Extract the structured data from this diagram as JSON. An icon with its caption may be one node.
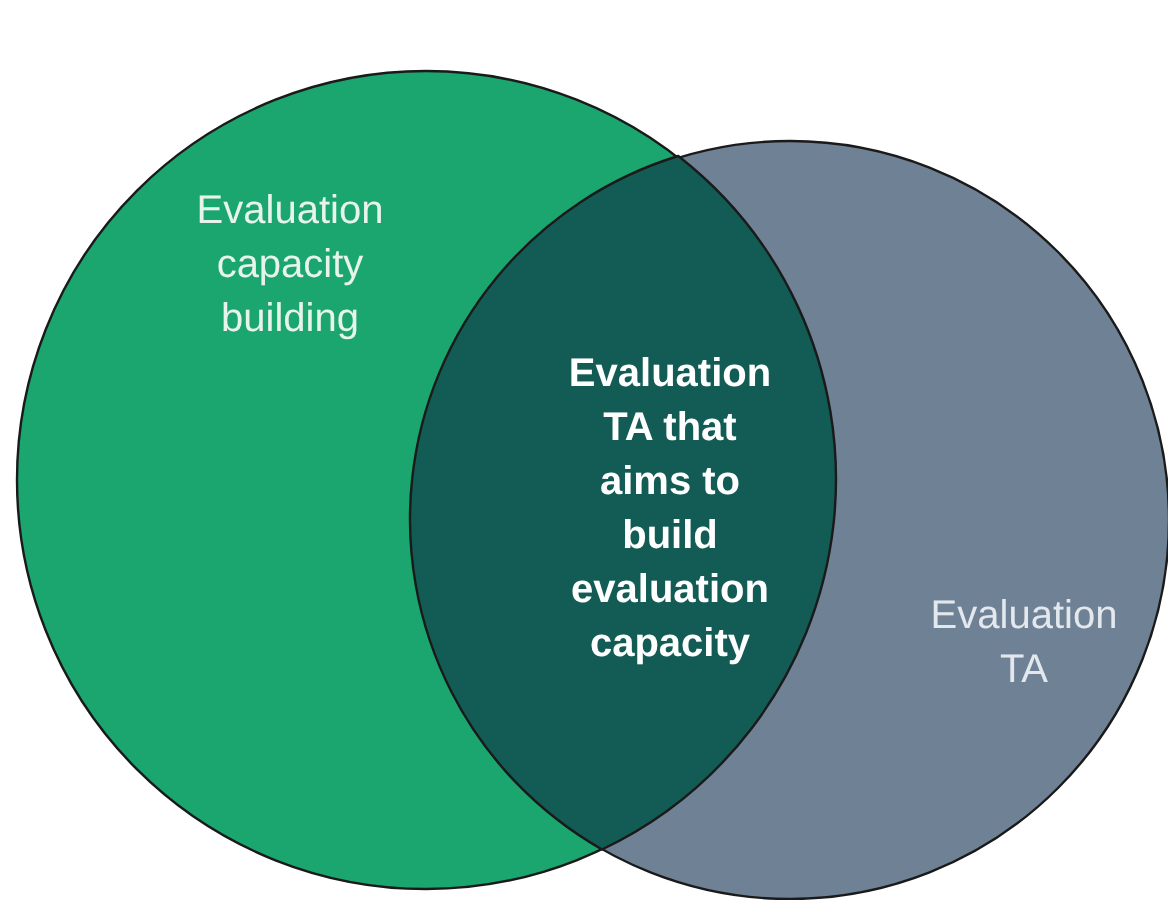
{
  "diagram": {
    "nodes": [
      {
        "text": [
          "Evaluation capacity building"
        ]
      },
      {
        "text": [
          "Evaluation TA"
        ]
      },
      {
        "text": [
          "Evaluation TA that aims to build evaluation capacity"
        ]
      }
    ]
  }
}
